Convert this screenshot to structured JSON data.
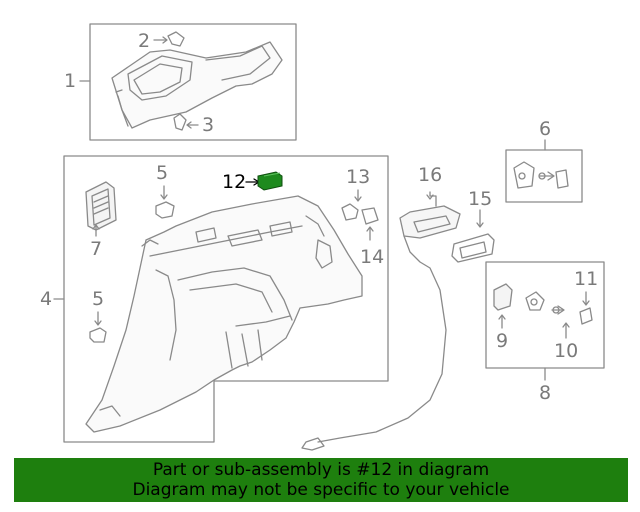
{
  "callouts": {
    "c1": "1",
    "c2": "2",
    "c3": "3",
    "c4": "4",
    "c5a": "5",
    "c5b": "5",
    "c6": "6",
    "c7": "7",
    "c8": "8",
    "c9": "9",
    "c10": "10",
    "c11": "11",
    "c12": "12",
    "c13": "13",
    "c14": "14",
    "c15": "15",
    "c16": "16"
  },
  "footer": {
    "line1": "Part or sub-assembly is #12 in diagram",
    "line2": "Diagram may not be specific to your vehicle"
  },
  "colors": {
    "linework": "#8a8a8a",
    "highlight_part": "#1e8a1e",
    "banner": "#1e7f0e"
  }
}
